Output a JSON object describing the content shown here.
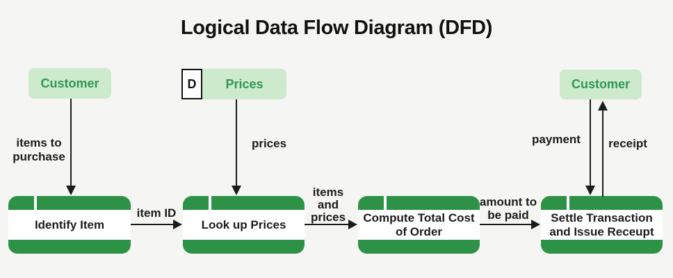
{
  "title": "Logical Data Flow Diagram (DFD)",
  "colors": {
    "background": "#f5f5f3",
    "process_green": "#2d9246",
    "entity_fill": "#cdeacc",
    "entity_text": "#2f9852",
    "line_ink": "#1b1b1b"
  },
  "entities": [
    {
      "label": "Customer"
    },
    {
      "label": "Customer"
    }
  ],
  "data_store": {
    "marker": "D",
    "label": "Prices"
  },
  "processes": [
    {
      "label": "Identify Item"
    },
    {
      "label": "Look up Prices"
    },
    {
      "label": "Compute Total Cost\nof Order"
    },
    {
      "label": "Settle Transaction\nand Issue Receupt"
    }
  ],
  "flows": [
    {
      "label": "items to\npurchase"
    },
    {
      "label": "prices"
    },
    {
      "label": "item ID"
    },
    {
      "label": "items\nand\nprices"
    },
    {
      "label": "amount to\nbe paid"
    },
    {
      "label": "payment"
    },
    {
      "label": "receipt"
    }
  ]
}
